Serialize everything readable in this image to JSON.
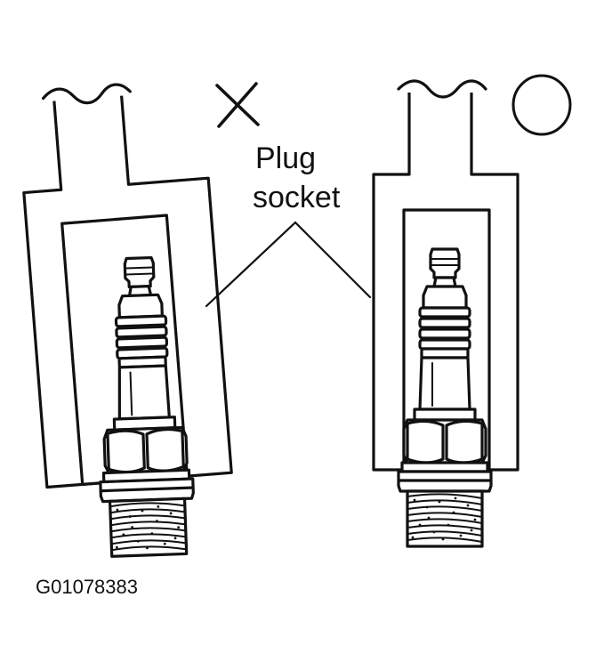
{
  "callout": {
    "line1": "Plug",
    "line2": "socket"
  },
  "marks": {
    "incorrect": "cross-mark",
    "correct": "circle-mark"
  },
  "figure_code": "G01078383"
}
